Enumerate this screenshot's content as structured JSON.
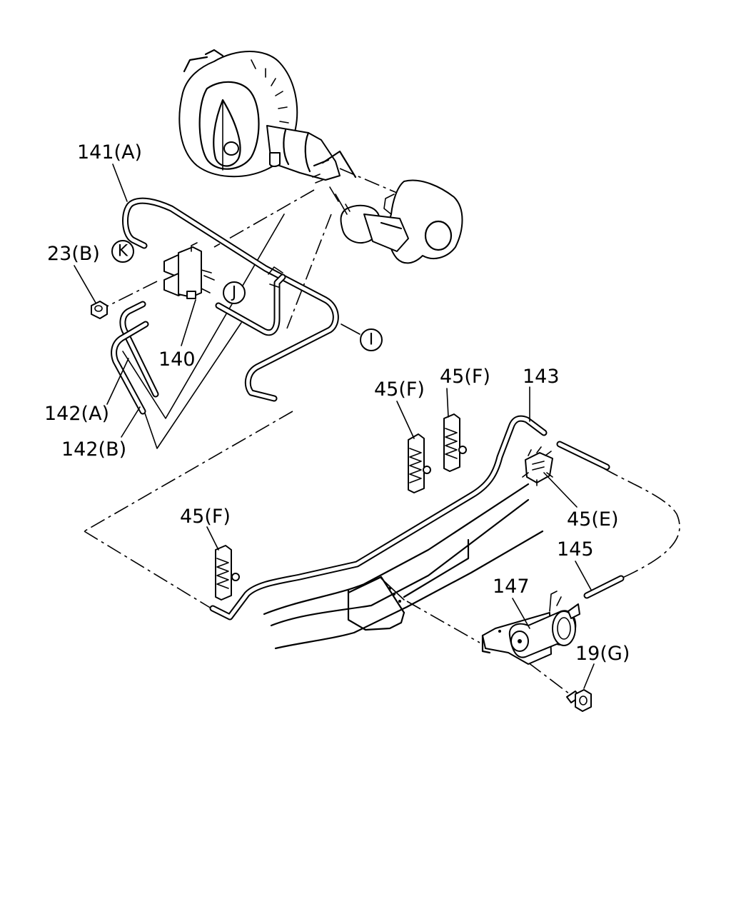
{
  "diagram": {
    "part_labels": {
      "p141A": "141(A)",
      "p23B": "23(B)",
      "p140": "140",
      "p142A": "142(A)",
      "p142B": "142(B)",
      "p45F_a": "45(F)",
      "p45F_b": "45(F)",
      "p45F_c": "45(F)",
      "p143": "143",
      "p45E": "45(E)",
      "p145": "145",
      "p147": "147",
      "p19G": "19(G)"
    },
    "callouts": {
      "k": "K",
      "j": "J",
      "i": "I"
    }
  }
}
